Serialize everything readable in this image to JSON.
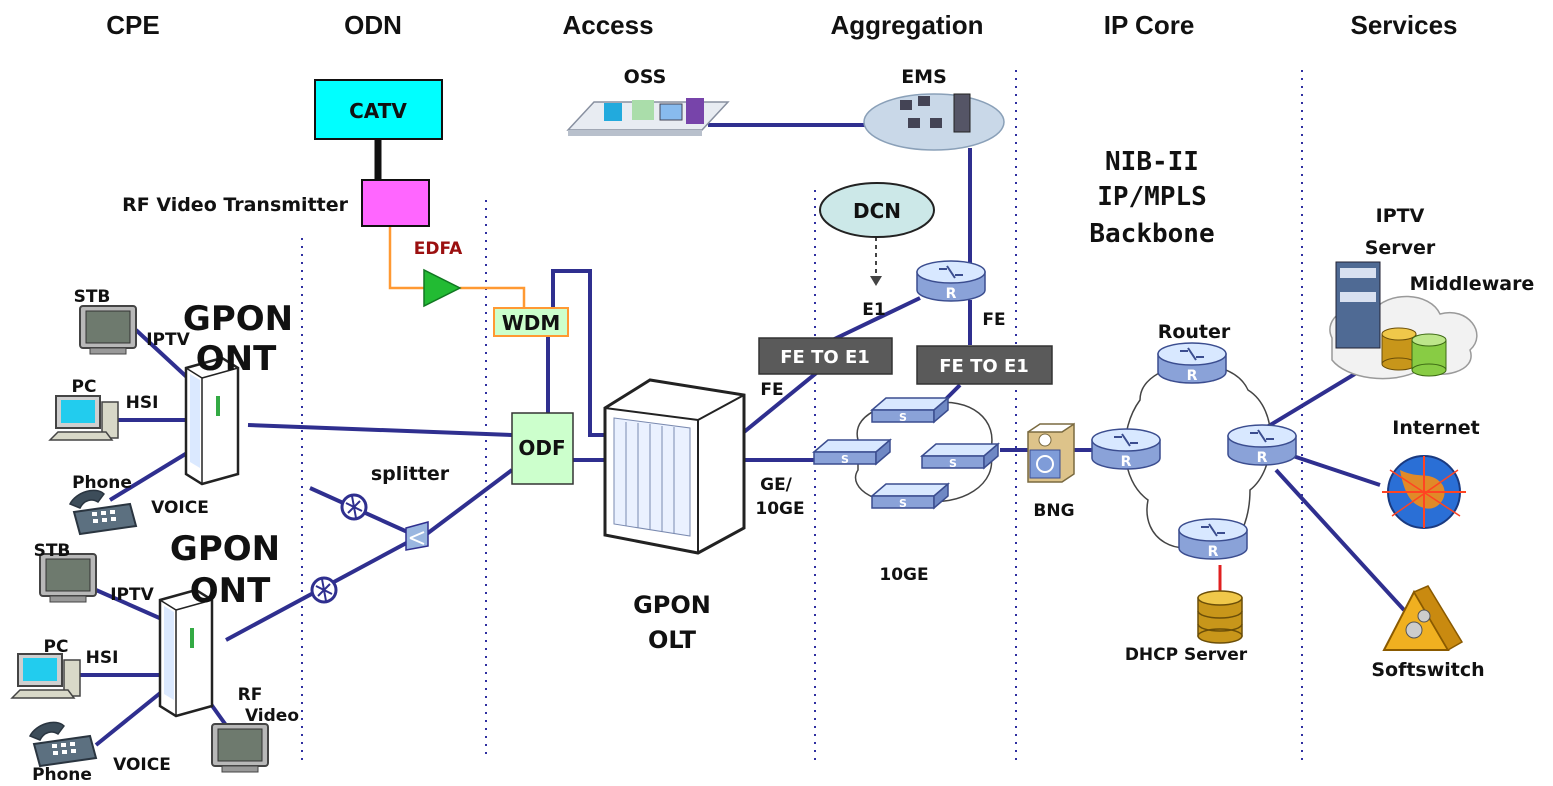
{
  "zones": [
    "CPE",
    "ODN",
    "Access",
    "Aggregation",
    "IP Core",
    "Services"
  ],
  "labels": {
    "catv": "CATV",
    "rf_tx": "RF Video Transmitter",
    "edfa": "EDFA",
    "wdm": "WDM",
    "odf": "ODF",
    "oss": "OSS",
    "ems": "EMS",
    "dcn": "DCN",
    "e1": "E1",
    "fe_right": "FE",
    "fe_left": "FE",
    "fe_to_e1_a": "FE TO E1",
    "fe_to_e1_b": "FE TO E1",
    "ge_top": "GE/",
    "ge_bottom": "10GE",
    "tenge": "10GE",
    "olt_1": "GPON",
    "olt_2": "OLT",
    "splitter": "splitter",
    "bng": "BNG",
    "router": "Router",
    "dhcp": "DHCP Server",
    "core_1": "NIB-II",
    "core_2": "IP/MPLS",
    "core_3": "Backbone",
    "iptv_server_1": "IPTV",
    "iptv_server_2": "Server",
    "middleware": "Middleware",
    "internet": "Internet",
    "softswitch": "Softswitch",
    "ont1_1": "GPON",
    "ont1_2": "ONT",
    "ont2_1": "GPON",
    "ont2_2": "ONT",
    "stb1": "STB",
    "iptv1": "IPTV",
    "pc1": "PC",
    "hsi1": "HSI",
    "phone1": "Phone",
    "voice1": "VOICE",
    "stb2": "STB",
    "iptv2": "IPTV",
    "pc2": "PC",
    "hsi2": "HSI",
    "phone2": "Phone",
    "voice2": "VOICE",
    "rfvideo_1": "RF",
    "rfvideo_2": "Video"
  },
  "colors": {
    "link": "#2f2f8f",
    "catv": "#00ffff",
    "rf_tx": "#ff66ff",
    "edfa": "#22bb33",
    "wdm": "#ccffcc",
    "odf": "#ccffcc",
    "fe_box": "#5a5a5a",
    "coax": "#ff9933",
    "dhcp_link": "#e02020"
  },
  "icons": [
    "router-icon",
    "switch-icon",
    "server-icon",
    "globe-icon",
    "phone-icon",
    "pc-icon",
    "tv-icon",
    "ont-icon",
    "olt-chassis-icon",
    "splitter-icon",
    "bng-icon",
    "softswitch-icon",
    "database-icon"
  ]
}
